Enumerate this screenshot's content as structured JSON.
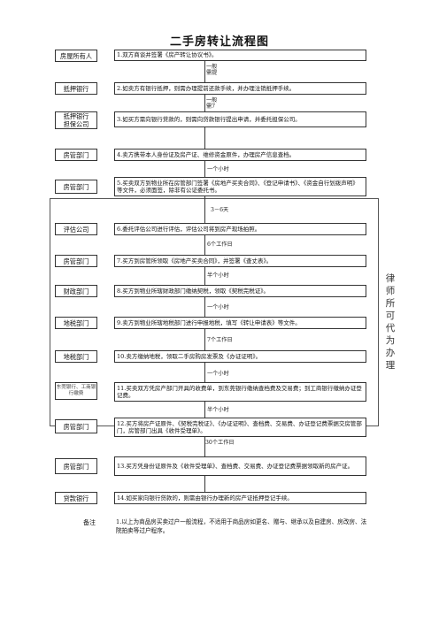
{
  "title": "二手房转让流程图",
  "rows": [
    {
      "dept": "房屋所有人",
      "step": "1.双方商谈并签署《房产转让协议书》。"
    },
    {
      "dept": "抵押银行",
      "step": "2.如卖方有银行抵押，则需办理提前还款手续，并办理注销抵押手续。"
    },
    {
      "dept": "抵押银行\n担保公司",
      "step": "3.如买方需向银行贷款的，则需向贷款银行提出申请，并委托担保公司。"
    },
    {
      "dept": "房管部门",
      "step": "4.卖方携带本人身份证及房产证、维修资金原件，办理房产信息查档。"
    },
    {
      "dept": "房管部门",
      "step": "5.买卖双方到物业所在房管部门签署《房地产买卖合同》、《登记申请书》、《资金自行划拨声明》等文件，必须面签，除非有公证委托书。"
    },
    {
      "dept": "评估公司",
      "step": "6.委托评估公司进行评估，评估公司将到房产现场拍照。"
    },
    {
      "dept": "房管部门",
      "step": "7.买方到房管所领取《房地产买卖合同》，并签署《查丈表》。"
    },
    {
      "dept": "财政部门",
      "step": "8.买方到物业所辖财政部门缴纳契税，领取《契税完税证》。"
    },
    {
      "dept": "地税部门",
      "step": "9.卖方到物业所辖地税部门进行申报地税，填写《转让申请表》等文件。"
    },
    {
      "dept": "地税部门",
      "step": "10.卖方缴纳地税，领取二手房购房发票及《办证证明》。"
    },
    {
      "dept": "东莞银行、工商银行缴费",
      "step": "11.买卖双方凭房产部门开具的收费单，到东莞银行缴纳查档费及交易费；到工商银行缴纳办证登记费。"
    },
    {
      "dept": "房管部门",
      "step": "12.买方将房产证原件、《契税完税证》、《办证证明》、查档费、交易费、办证登记费票据交房管部门，房管部门出具《收件受理单》。"
    },
    {
      "dept": "房管部门",
      "step": "13.买方凭身份证原件及《收件受理单》、查档费、交易费、办证登记费票据领取新的房产证。"
    },
    {
      "dept": "贷款银行",
      "step": "14.如买家向银行贷款的，则需由银行办理新的房产证抵押登记手续。"
    }
  ],
  "gaps": [
    "一般\n需提",
    "一般\n需7",
    "",
    "一个小时",
    "3－6天",
    "6个工作日",
    "半个小时",
    "一个小时",
    "7个工作日",
    "一个小时",
    "半个小时",
    "30个工作日",
    ""
  ],
  "side_note": "律师所可代为办理",
  "note_label": "备注",
  "note": "1.以上为商品房买卖过户一般流程，不适用于商品房如更名、赠与、继承以及自建房、房改房、法院拍卖等过户程序。"
}
